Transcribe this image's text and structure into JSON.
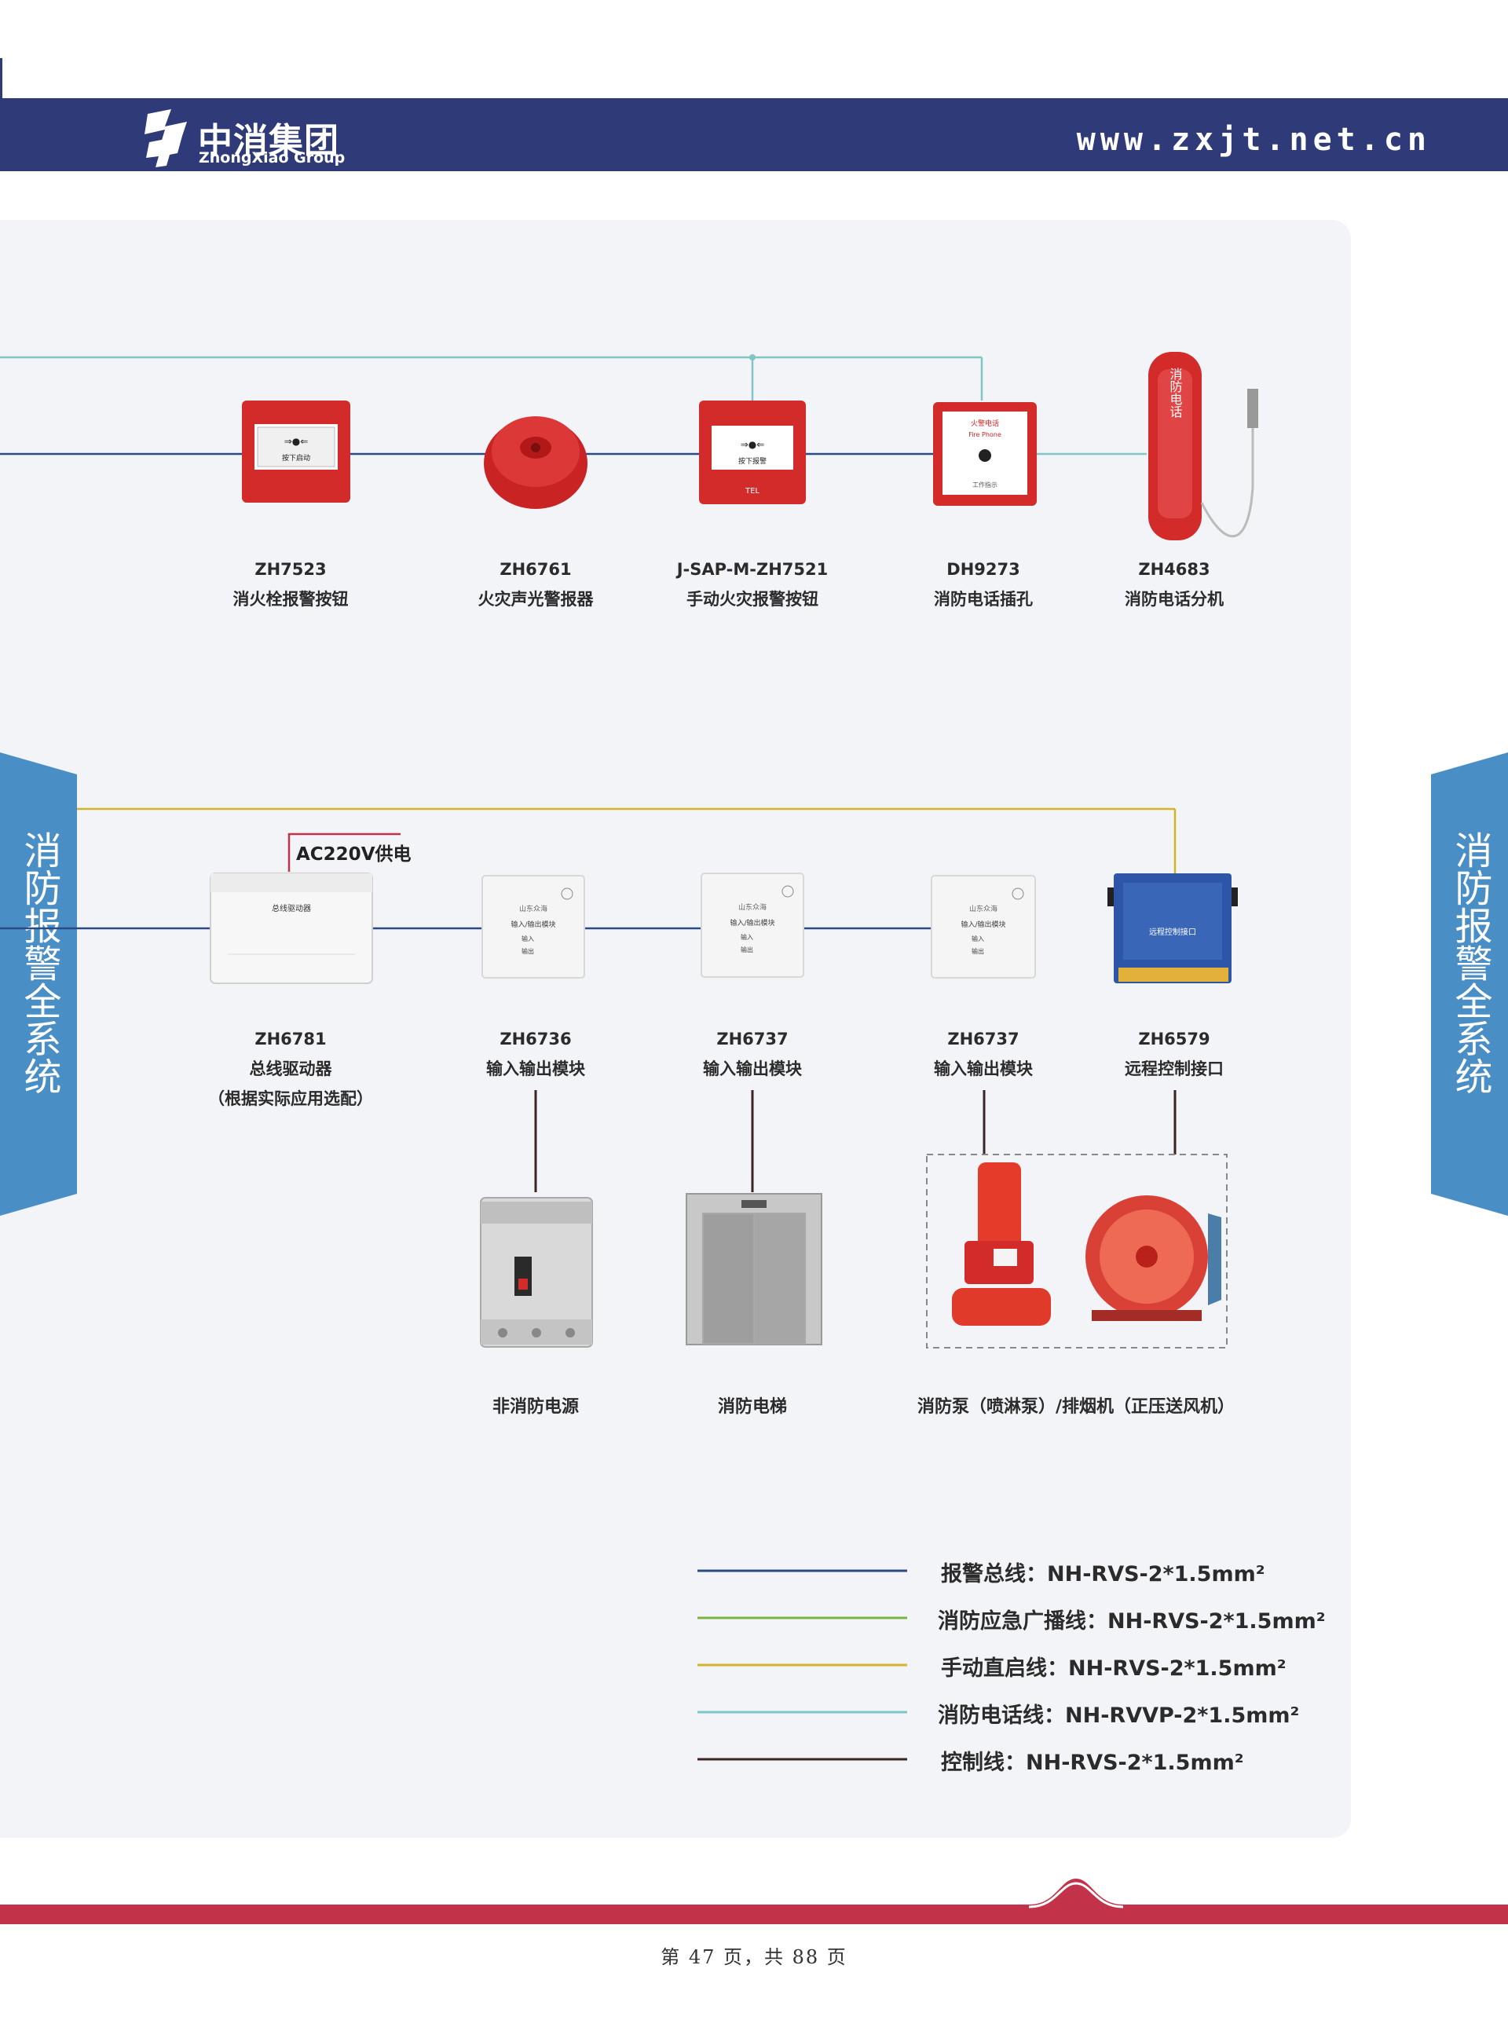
{
  "header": {
    "logo_cn": "中消集团",
    "logo_en": "ZhongXiao Group",
    "url": "www.zxjt.net.cn"
  },
  "side_tab": {
    "text": "消防报警全系统"
  },
  "row1": [
    {
      "code": "ZH7523",
      "name": "消火栓报警按钮"
    },
    {
      "code": "ZH6761",
      "name": "火灾声光警报器"
    },
    {
      "code": "J-SAP-M-ZH7521",
      "name": "手动火灾报警按钮"
    },
    {
      "code": "DH9273",
      "name": "消防电话插孔"
    },
    {
      "code": "ZH4683",
      "name": "消防电话分机"
    }
  ],
  "row2": [
    {
      "code": "ZH6781",
      "name": "总线驱动器",
      "note": "（根据实际应用选配）"
    },
    {
      "code": "ZH6736",
      "name": "输入输出模块"
    },
    {
      "code": "ZH6737",
      "name": "输入输出模块"
    },
    {
      "code": "ZH6737",
      "name": "输入输出模块"
    },
    {
      "code": "ZH6579",
      "name": "远程控制接口"
    }
  ],
  "power_label": "AC220V供电",
  "device_text": {
    "btn_top": "按下启动",
    "btn_manual": "按下报警",
    "tel": "TEL",
    "jack_title": "火警电话",
    "jack_en": "Fire Phone",
    "jack_bottom": "工作指示",
    "phone_text": "消防电话",
    "driver_title": "总线驱动器",
    "module_brand": "山东众海",
    "module_title": "输入/输出模块",
    "module_in": "输入",
    "module_out": "输出",
    "remote_title": "远程控制接口"
  },
  "row3": [
    {
      "caption": "非消防电源"
    },
    {
      "caption": "消防电梯"
    },
    {
      "caption": "消防泵（喷淋泵）/排烟机（正压送风机）"
    }
  ],
  "legend": [
    {
      "label": "报警总线：NH-RVS-2*1.5mm²",
      "color": "#2b4a86"
    },
    {
      "label": "消防应急广播线：NH-RVS-2*1.5mm²",
      "color": "#7cb342"
    },
    {
      "label": "手动直启线：NH-RVS-2*1.5mm²",
      "color": "#d4b42a"
    },
    {
      "label": "消防电话线：NH-RVVP-2*1.5mm²",
      "color": "#7fc6c4"
    },
    {
      "label": "控制线：NH-RVS-2*1.5mm²",
      "color": "#3a2424"
    }
  ],
  "footer": {
    "page": "第 47 页，共 88 页"
  },
  "colors": {
    "header": "#2f3a78",
    "tab": "#4a8ec6",
    "footer_band": "#c2334a",
    "device_red": "#d32a2a"
  }
}
